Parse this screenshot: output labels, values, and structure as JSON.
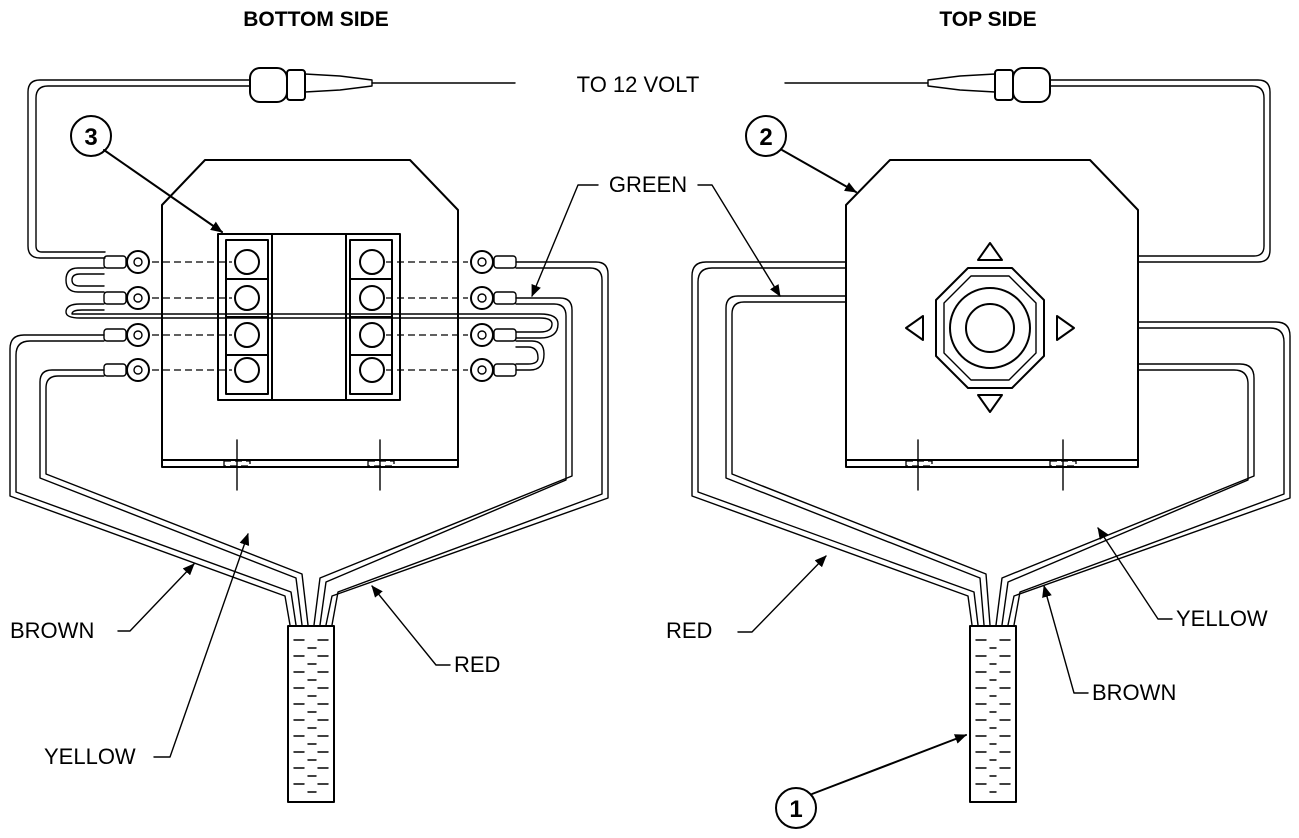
{
  "labels": {
    "bottom_side": "BOTTOM SIDE",
    "top_side": "TOP SIDE",
    "to_12_volt": "TO 12 VOLT",
    "green": "GREEN",
    "brown_left": "BROWN",
    "yellow_left": "YELLOW",
    "red_left": "RED",
    "red_right": "RED",
    "yellow_right": "YELLOW",
    "brown_right": "BROWN"
  },
  "callouts": {
    "one": "1",
    "two": "2",
    "three": "3"
  }
}
